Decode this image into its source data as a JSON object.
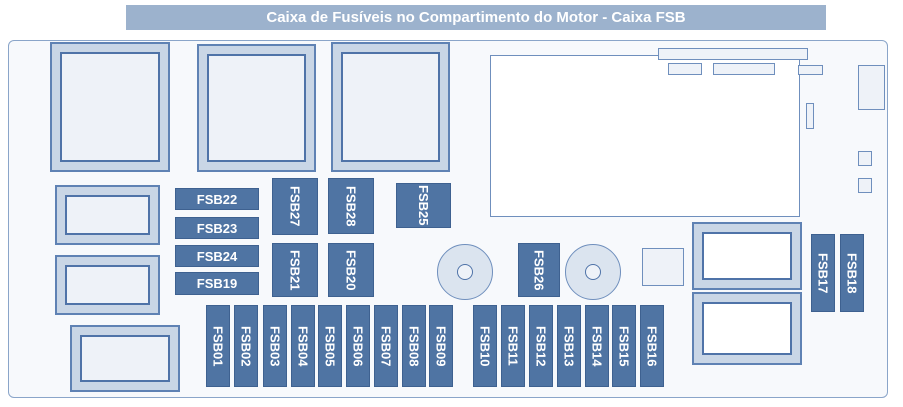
{
  "title": "Caixa de Fusíveis no Compartimento do Motor - Caixa FSB",
  "colors": {
    "fuse": "#4f74a3",
    "title_bar": "#9cb2cd",
    "outline": "#6f8fbd"
  },
  "fuses": {
    "FSB01": "FSB01",
    "FSB02": "FSB02",
    "FSB03": "FSB03",
    "FSB04": "FSB04",
    "FSB05": "FSB05",
    "FSB06": "FSB06",
    "FSB07": "FSB07",
    "FSB08": "FSB08",
    "FSB09": "FSB09",
    "FSB10": "FSB10",
    "FSB11": "FSB11",
    "FSB12": "FSB12",
    "FSB13": "FSB13",
    "FSB14": "FSB14",
    "FSB15": "FSB15",
    "FSB16": "FSB16",
    "FSB17": "FSB17",
    "FSB18": "FSB18",
    "FSB19": "FSB19",
    "FSB20": "FSB20",
    "FSB21": "FSB21",
    "FSB22": "FSB22",
    "FSB23": "FSB23",
    "FSB24": "FSB24",
    "FSB25": "FSB25",
    "FSB26": "FSB26",
    "FSB27": "FSB27",
    "FSB28": "FSB28"
  }
}
